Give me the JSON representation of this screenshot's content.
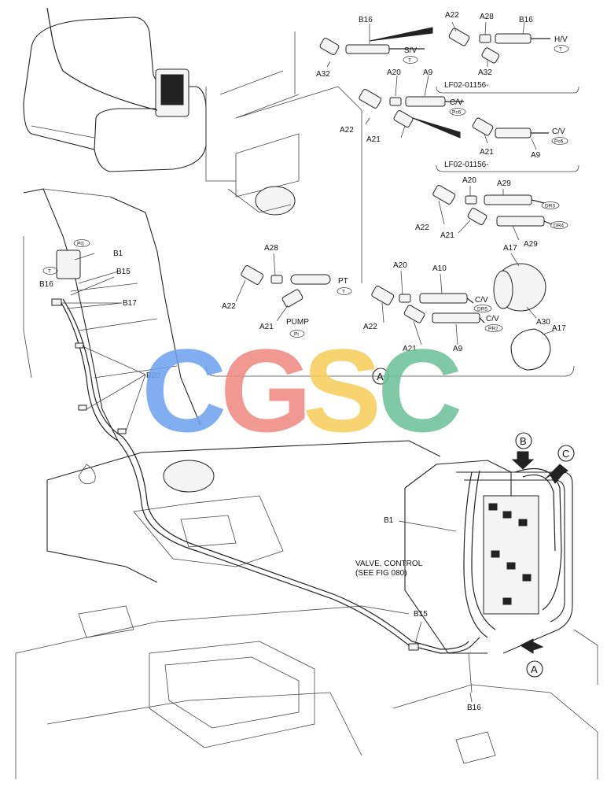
{
  "parts": {
    "B16": "B16",
    "A22": "A22",
    "A28": "A28",
    "A32": "A32",
    "A20": "A20",
    "A9": "A9",
    "A21": "A21",
    "A29": "A29",
    "A10": "A10",
    "A17": "A17",
    "A30": "A30",
    "B1": "B1",
    "B15": "B15",
    "B17": "B17",
    "B20": "B20"
  },
  "ports": {
    "SV": "S/V",
    "HV": "H/V",
    "CV": "C/V",
    "PT": "PT",
    "PUMP": "PUMP",
    "T": "T",
    "Pc6": "Pc6",
    "Dr3": "DR3",
    "Dr4": "DR4",
    "Dr5": "DR5",
    "Pr2": "PR2",
    "Pi": "Pi",
    "Pi1": "Pi1"
  },
  "serials": {
    "s1": "LF02-01156-",
    "s2": "LF02-01156-"
  },
  "callouts": {
    "A": "A",
    "B": "B",
    "C": "C"
  },
  "valve_note": {
    "line1": "VALVE, CONTROL",
    "line2": "(SEE FIG 080)"
  },
  "watermark": {
    "letters": [
      "C",
      "G",
      "S",
      "C"
    ],
    "colors": [
      "#6fa3ee",
      "#f08a84",
      "#f7cf5c",
      "#6fc29a"
    ]
  }
}
